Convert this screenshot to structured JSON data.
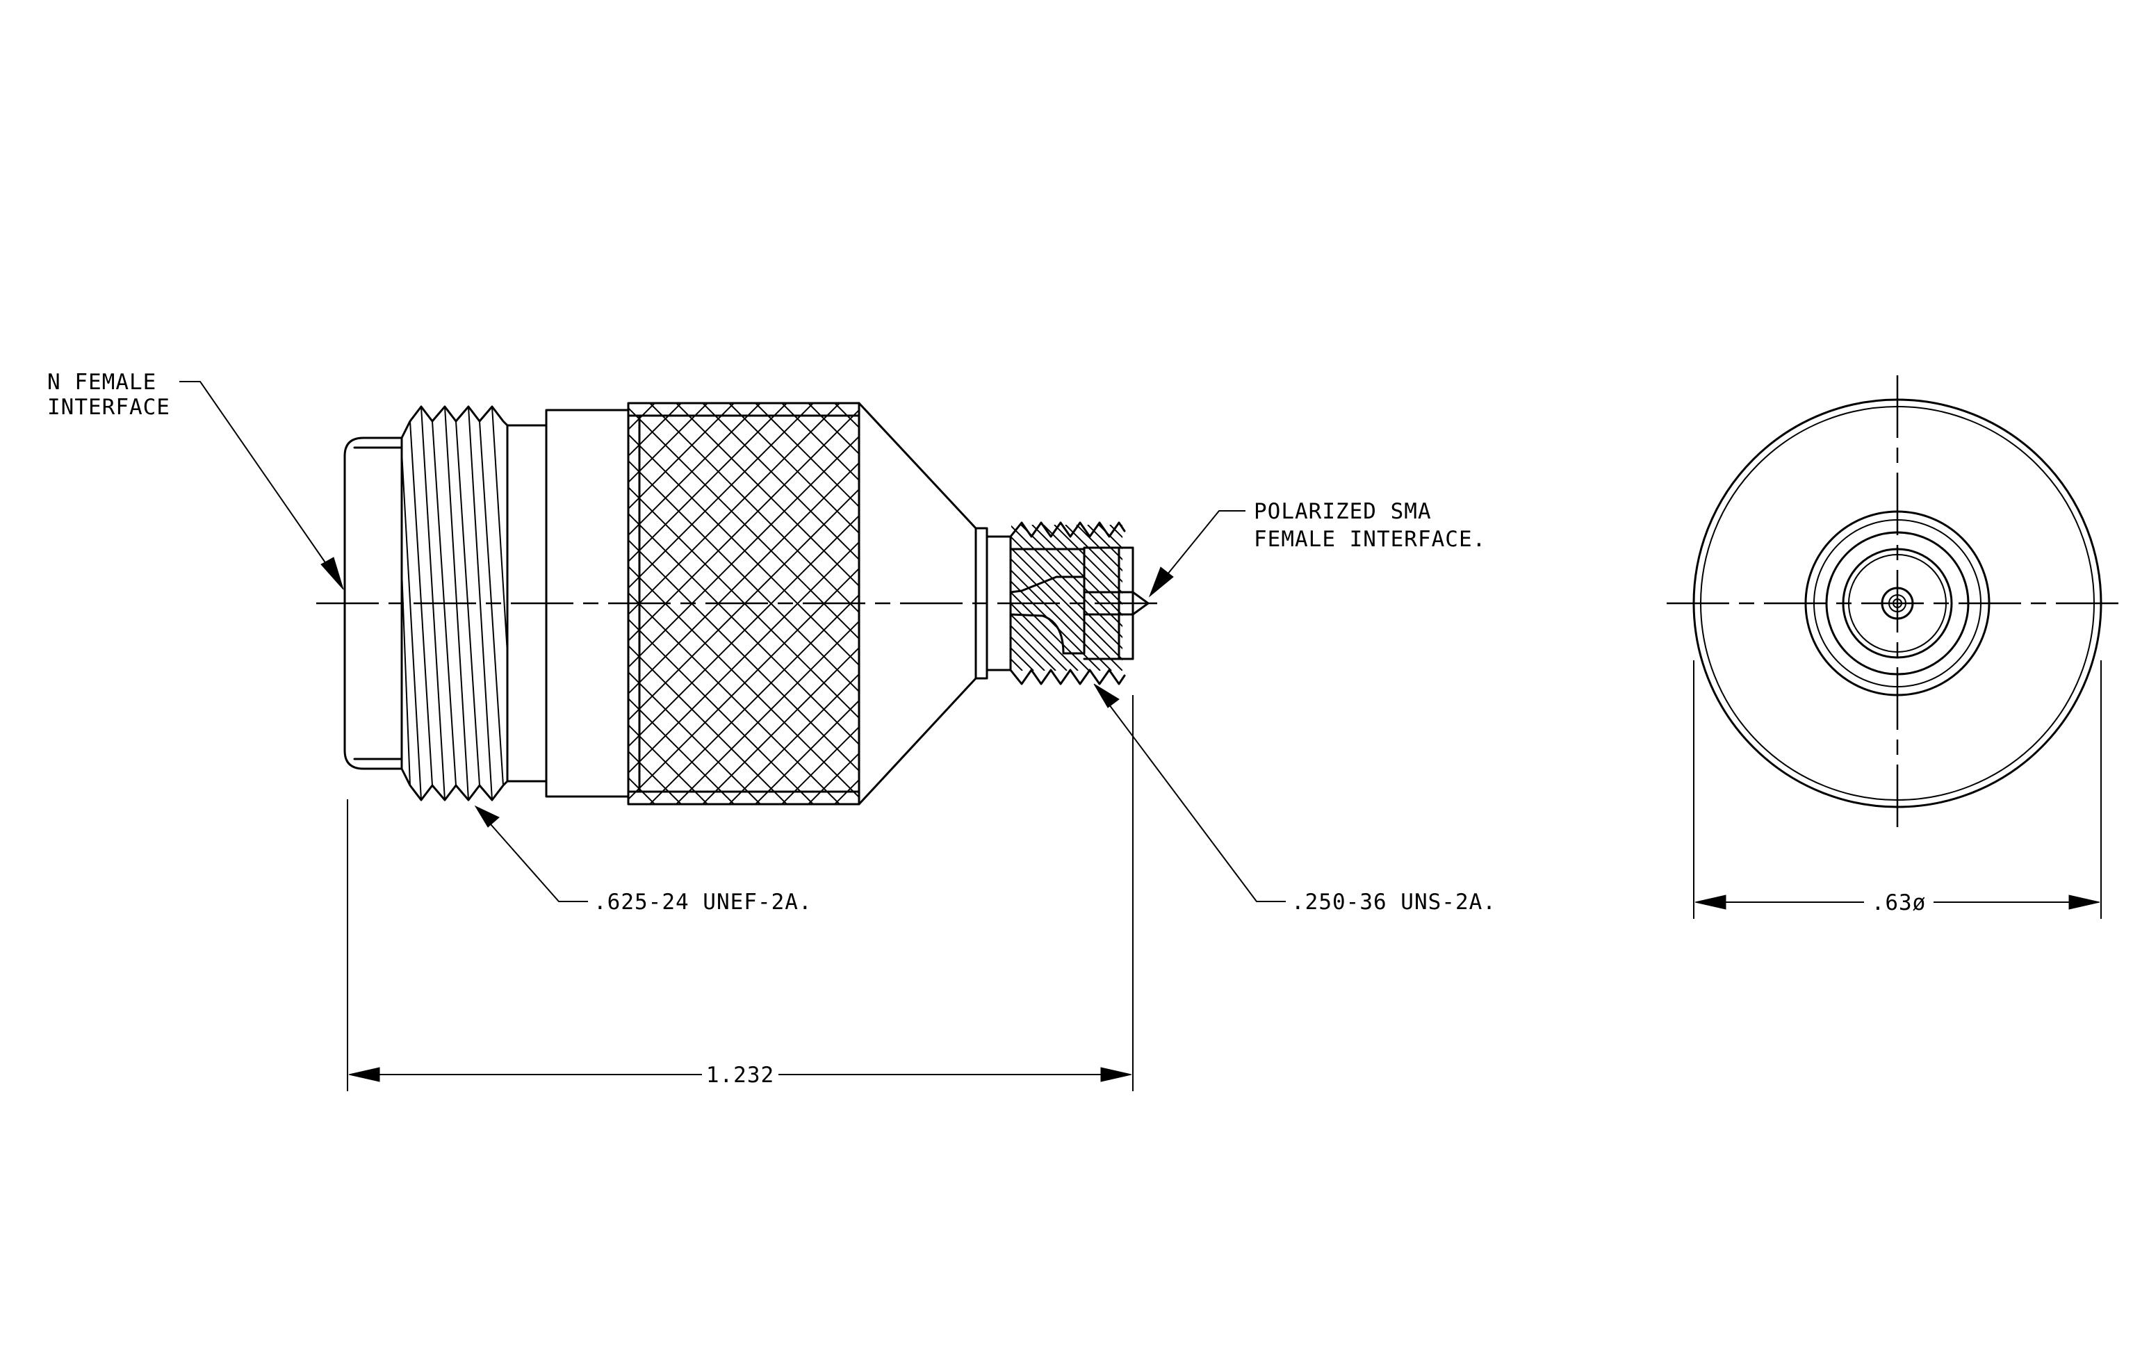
{
  "callouts": {
    "n_female_line1": "N FEMALE",
    "n_female_line2": "INTERFACE",
    "sma_line1": "POLARIZED SMA",
    "sma_line2": "FEMALE INTERFACE.",
    "thread_n": ".625-24 UNEF-2A.",
    "thread_sma": ".250-36 UNS-2A."
  },
  "dimensions": {
    "overall_length": "1.232",
    "diameter": ".63ø"
  },
  "colors": {
    "line": "#000000",
    "background": "#ffffff"
  }
}
